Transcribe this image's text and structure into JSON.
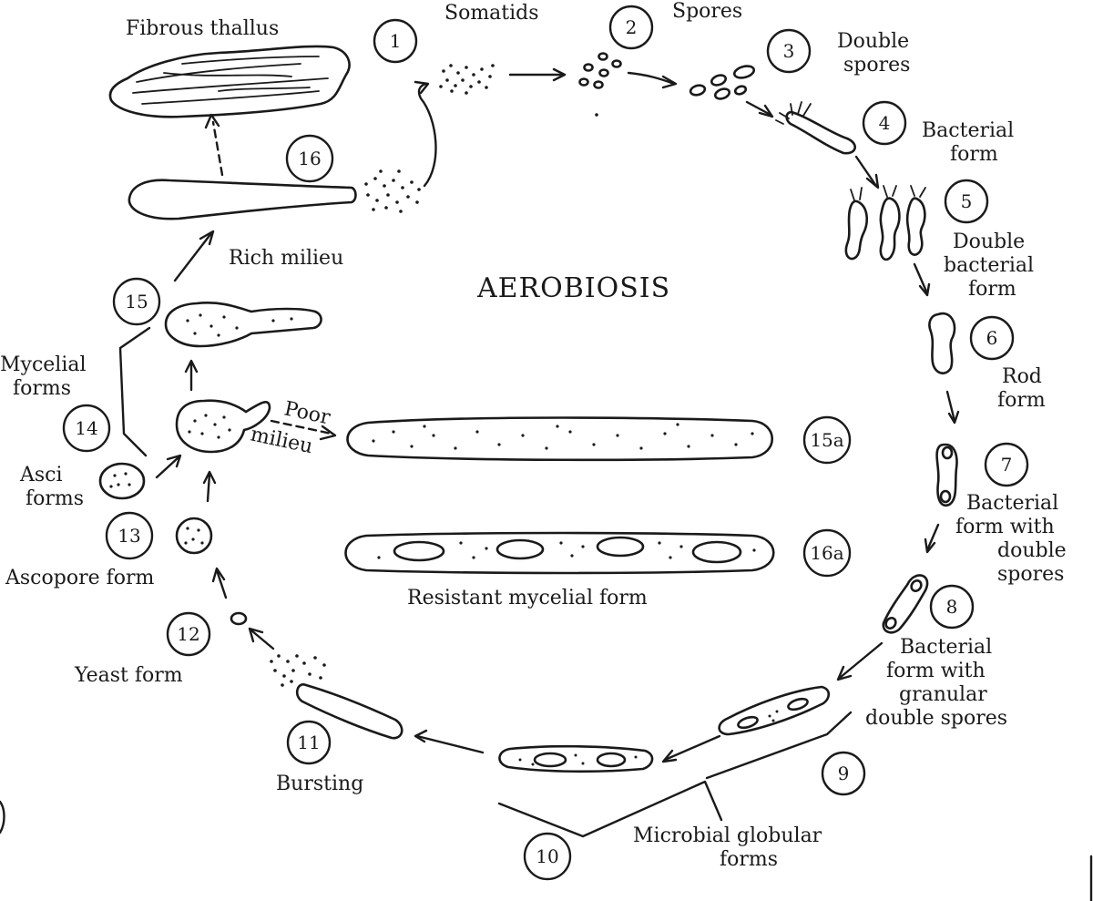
{
  "center_title": "AEROBIOSIS",
  "stages": [
    {
      "num": "1",
      "label": [
        "Somatids"
      ]
    },
    {
      "num": "2",
      "label": [
        "Spores"
      ]
    },
    {
      "num": "3",
      "label": [
        "Double",
        "spores"
      ]
    },
    {
      "num": "4",
      "label": [
        "Bacterial",
        "form"
      ]
    },
    {
      "num": "5",
      "label": [
        "Double",
        "bacterial",
        "form"
      ]
    },
    {
      "num": "6",
      "label": [
        "Rod",
        "form"
      ]
    },
    {
      "num": "7",
      "label": [
        "Bacterial",
        "form with",
        "double",
        "spores"
      ]
    },
    {
      "num": "8",
      "label": [
        "Bacterial",
        "form with",
        "granular",
        "double spores"
      ]
    },
    {
      "num": "9",
      "label": []
    },
    {
      "num": "10",
      "label": []
    },
    {
      "num": "11",
      "label": [
        "Bursting"
      ]
    },
    {
      "num": "12",
      "label": [
        "Yeast form"
      ]
    },
    {
      "num": "13",
      "label": [
        "Ascopore form"
      ]
    },
    {
      "num": "14",
      "label": [
        "Asci",
        "forms"
      ]
    },
    {
      "num": "15",
      "label": []
    },
    {
      "num": "16",
      "label": []
    },
    {
      "num": "15a",
      "label": []
    },
    {
      "num": "16a",
      "label": []
    }
  ],
  "group_labels": {
    "mycelial": [
      "Mycelial",
      "forms"
    ],
    "microbial": [
      "Microbial globular",
      "forms"
    ],
    "resistant": "Resistant mycelial form",
    "fibrous": "Fibrous thallus",
    "rich": "Rich milieu",
    "poor": [
      "Poor",
      "milieu"
    ]
  }
}
